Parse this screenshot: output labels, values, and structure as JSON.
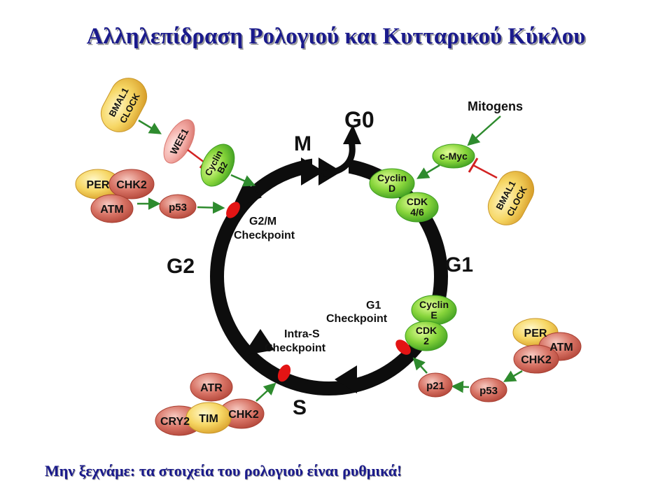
{
  "title": "Αλληλεπίδραση Ρολογιού και Κυτταρικού Κύκλου",
  "footer": "Μην ξεχνάμε: τα στοιχεία του ρολογιού είναι ρυθμικά!",
  "phases": {
    "g0": "G0",
    "m": "M",
    "g1": "G1",
    "g2": "G2",
    "s": "S"
  },
  "checkpoints": {
    "g2m": [
      "G2/M",
      "Checkpoint"
    ],
    "g1": [
      "G1",
      "Checkpoint"
    ],
    "intra_s": [
      "Intra-S",
      "Checkpoint"
    ]
  },
  "molecules": {
    "bmal1": "BMAL1",
    "clock": "CLOCK",
    "wee1": "WEE1",
    "cyclin_b2": [
      "Cyclin",
      "B2"
    ],
    "per": "PER",
    "chk2": "CHK2",
    "atm": "ATM",
    "p53": "p53",
    "mitogens": "Mitogens",
    "cmyc": "c-Myc",
    "cyclin_d": [
      "Cyclin",
      "D"
    ],
    "cdk46": [
      "CDK",
      "4/6"
    ],
    "cyclin_e": [
      "Cyclin",
      "E"
    ],
    "cdk2": [
      "CDK",
      "2"
    ],
    "p21": "p21",
    "atr": "ATR",
    "tim": "TIM",
    "cry2": "CRY2"
  },
  "colors": {
    "title": "#1a1a8c",
    "activation_arrow": "#2e8b2e",
    "inhibition_bar": "#d22222",
    "checkpoint_mark": "#e31414",
    "cycle_ring": "#0d0d0d",
    "clock_protein_yellow": "#f2cf52",
    "dna_damage_red": "#c75a4e",
    "cyclin_green": "#69c332",
    "wee1_pink": "#f1a3a0"
  }
}
